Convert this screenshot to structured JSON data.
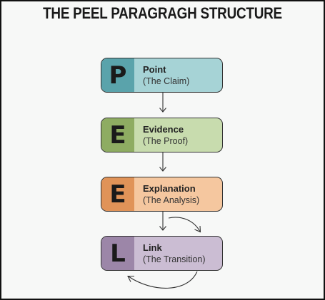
{
  "title": "THE PEEL PARAGRAGH STRUCTURE",
  "steps": [
    {
      "letter": "P",
      "heading": "Point",
      "sub": "(The Claim)",
      "tile_color": "#5aa3ab",
      "body_color": "#a6d3d6"
    },
    {
      "letter": "E",
      "heading": "Evidence",
      "sub": "(The Proof)",
      "tile_color": "#8eac62",
      "body_color": "#c8dcae"
    },
    {
      "letter": "E",
      "heading": "Explanation",
      "sub": "(The Analysis)",
      "tile_color": "#e09358",
      "body_color": "#f5c79f"
    },
    {
      "letter": "L",
      "heading": "Link",
      "sub": "(The Transition)",
      "tile_color": "#9c86a8",
      "body_color": "#cbbdd3"
    }
  ]
}
